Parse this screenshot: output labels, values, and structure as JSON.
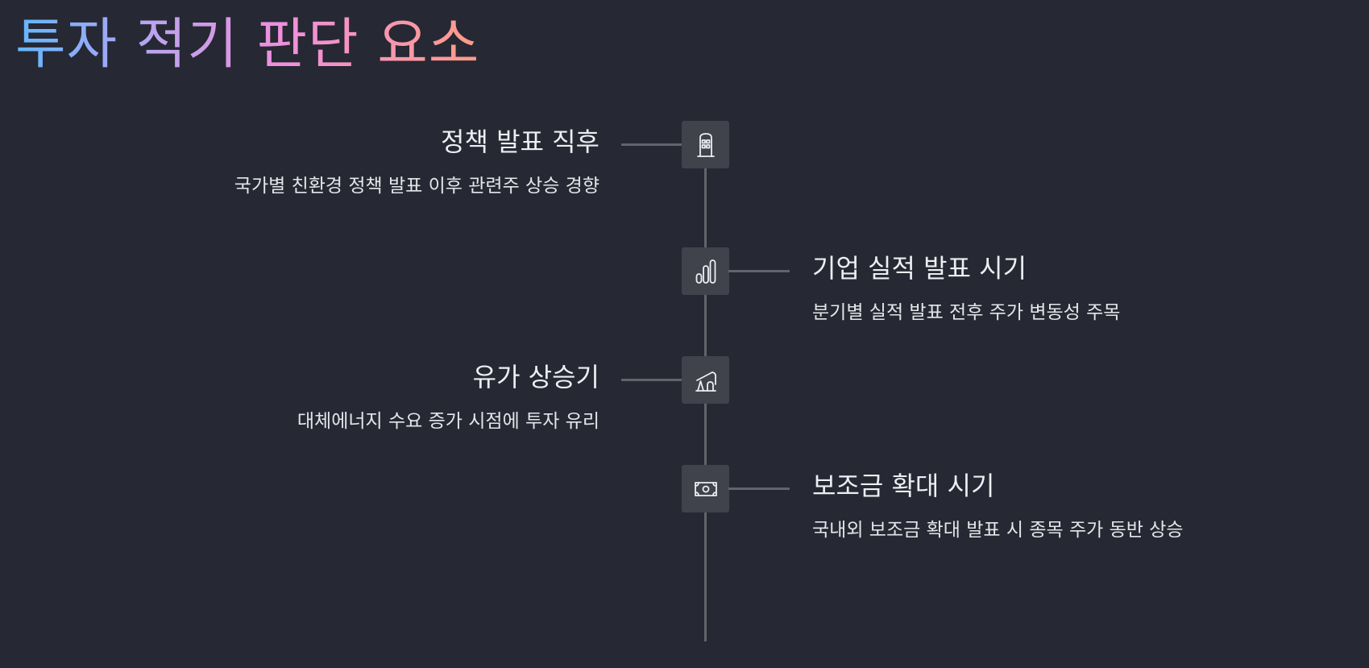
{
  "title": "투자 적기 판단 요소",
  "colors": {
    "background": "#262833",
    "line": "#62646c",
    "icon_box": "#40424c",
    "text": "#eceef2",
    "title_gradient": [
      "#62b7ff",
      "#bba3f0",
      "#ef8fdc",
      "#ff9c86"
    ]
  },
  "items": [
    {
      "title": "정책 발표 직후",
      "desc": "국가별 친환경 정책 발표 이후 관련주 상승 경향",
      "icon": "government-building-icon"
    },
    {
      "title": "기업 실적 발표 시기",
      "desc": "분기별 실적 발표 전후 주가 변동성 주목",
      "icon": "bar-chart-icon"
    },
    {
      "title": "유가 상승기",
      "desc": "대체에너지 수요 증가 시점에 투자 유리",
      "icon": "oil-pump-icon"
    },
    {
      "title": "보조금 확대 시기",
      "desc": "국내외 보조금 확대 발표 시 종목 주가 동반 상승",
      "icon": "banknote-icon"
    }
  ]
}
